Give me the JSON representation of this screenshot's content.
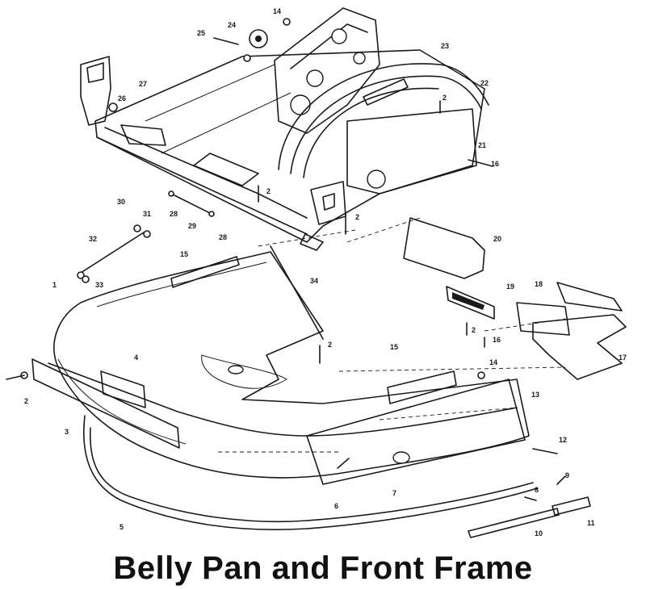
{
  "diagram": {
    "title": "Belly Pan and Front Frame",
    "callouts": [
      "1",
      "2",
      "2",
      "2",
      "2",
      "2",
      "2",
      "3",
      "4",
      "5",
      "6",
      "7",
      "8",
      "9",
      "10",
      "11",
      "12",
      "13",
      "14",
      "14",
      "15",
      "15",
      "16",
      "16",
      "17",
      "18",
      "19",
      "20",
      "21",
      "22",
      "23",
      "24",
      "25",
      "26",
      "27",
      "28",
      "28",
      "29",
      "30",
      "31",
      "32",
      "33",
      "34"
    ]
  }
}
